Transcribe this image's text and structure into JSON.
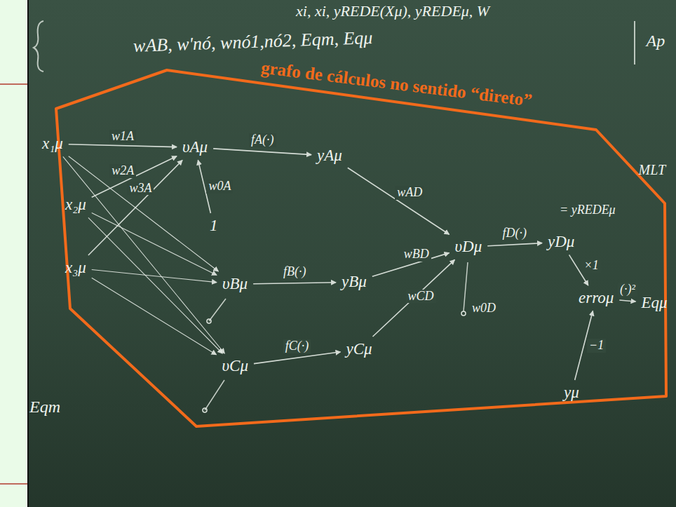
{
  "diagram": {
    "title": "grafo de cálculos no sentido “direto”",
    "nodes": [
      {
        "text": [
          "x₁μ"
        ]
      },
      {
        "text": [
          "x₂μ"
        ]
      },
      {
        "text": [
          "x₃μ"
        ]
      },
      {
        "text": [
          "1"
        ]
      },
      {
        "text": [
          "υAμ"
        ]
      },
      {
        "text": [
          "yAμ"
        ]
      },
      {
        "text": [
          "υBμ"
        ]
      },
      {
        "text": [
          "yBμ"
        ]
      },
      {
        "text": [
          "υCμ"
        ]
      },
      {
        "text": [
          "yCμ"
        ]
      },
      {
        "text": [
          "υDμ"
        ]
      },
      {
        "text": [
          "yDμ"
        ]
      },
      {
        "text": [
          "erroμ"
        ]
      },
      {
        "text": [
          "Eqμ"
        ]
      },
      {
        "text": [
          "yμ"
        ]
      }
    ],
    "edges": [
      {
        "from": 0,
        "to": 4,
        "arrow": "to",
        "label": "w1A"
      },
      {
        "from": 1,
        "to": 4,
        "arrow": "to",
        "label": "w2A"
      },
      {
        "from": 2,
        "to": 4,
        "arrow": "to",
        "label": "w3A"
      },
      {
        "from": 0,
        "to": 6,
        "arrow": "to"
      },
      {
        "from": 1,
        "to": 6,
        "arrow": "to"
      },
      {
        "from": 2,
        "to": 6,
        "arrow": "to"
      },
      {
        "from": 0,
        "to": 8,
        "arrow": "to"
      },
      {
        "from": 1,
        "to": 8,
        "arrow": "to"
      },
      {
        "from": 2,
        "to": 8,
        "arrow": "to"
      },
      {
        "from": 3,
        "to": 4,
        "arrow": "to",
        "label": "w0A"
      },
      {
        "from": 4,
        "to": 5,
        "arrow": "to",
        "label": "fA(·)"
      },
      {
        "from": 5,
        "to": 10,
        "arrow": "to",
        "label": "wAD"
      },
      {
        "from": 6,
        "to": 7,
        "arrow": "to",
        "label": "fB(·)"
      },
      {
        "from": 7,
        "to": 10,
        "arrow": "to",
        "label": "wBD"
      },
      {
        "from": 8,
        "to": 9,
        "arrow": "to",
        "label": "fC(·)"
      },
      {
        "from": 9,
        "to": 10,
        "arrow": "to",
        "label": "wCD"
      },
      {
        "from": 10,
        "to": 11,
        "arrow": "to",
        "label": "fD(·)"
      },
      {
        "from": 11,
        "to": 12,
        "arrow": "to",
        "label": "×1"
      },
      {
        "from": 14,
        "to": 12,
        "arrow": "to",
        "label": "−1"
      },
      {
        "from": 12,
        "to": 13,
        "arrow": "to",
        "label": "(·)²"
      }
    ],
    "labels": [
      "xi, xi, yREDE(Xμ), yREDEμ, W",
      "wAB, w'nó, wnó1,nó2, Eqm, Eqμ",
      "Ap",
      "MLT",
      "Eqm",
      "= yREDEμ",
      "w0D"
    ]
  }
}
